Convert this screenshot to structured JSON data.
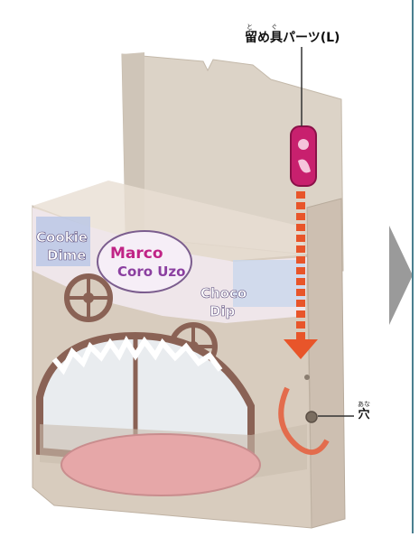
{
  "labels": {
    "part_ruby": "と ぐ",
    "part_name": "留め具パーツ(L)",
    "hole_ruby": "あな",
    "hole_name": "穴"
  },
  "package_texts": {
    "brand": "Marco Coro Uzo",
    "left_panel": "Cookie Dime",
    "right_panel": "Choco Dip"
  },
  "colors": {
    "cardboard": "#d9cfc2",
    "clip": "#c8206e",
    "arrow": "#e8552a",
    "divider": "#4a7f8f",
    "next_arrow": "#9a9a9a"
  }
}
